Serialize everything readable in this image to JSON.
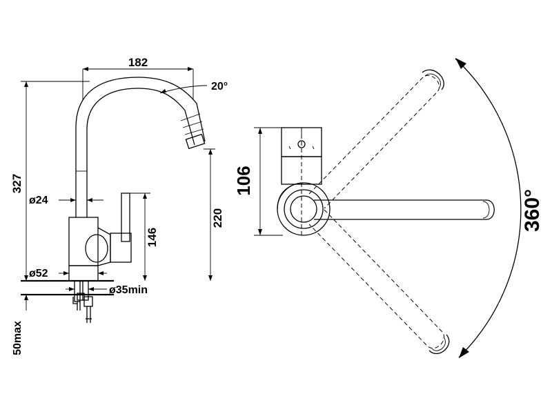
{
  "side_view": {
    "width_label": "182",
    "angle_label": "20°",
    "total_height_label": "327",
    "spout_height_label": "220",
    "body_height_label": "146",
    "pipe_diameter_label": "ø24",
    "base_diameter_label": "ø52",
    "hole_diameter_label": "ø35min",
    "counter_thickness_label": "50max"
  },
  "top_view": {
    "base_depth_label": "106",
    "rotation_label": "360°"
  }
}
